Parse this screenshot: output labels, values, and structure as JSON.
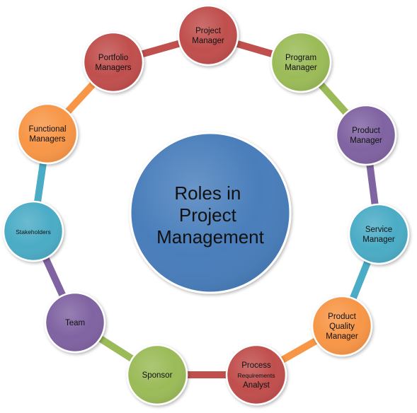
{
  "diagram": {
    "center": {
      "lines": [
        "Roles in",
        "Project",
        "Management"
      ],
      "color": "#4a7ebb"
    },
    "colors": {
      "red": "#c0504d",
      "green": "#9bbb59",
      "purple": "#8064a2",
      "cyan": "#4bacc6",
      "orange": "#f79646"
    },
    "roles": [
      {
        "lines": [
          "Project",
          "Manager"
        ],
        "color": "#c0504d",
        "ring_color": "#c0504d"
      },
      {
        "lines": [
          "Program",
          "Manager"
        ],
        "color": "#9bbb59",
        "ring_color": "#9bbb59"
      },
      {
        "lines": [
          "Product",
          "Manager"
        ],
        "color": "#8064a2",
        "ring_color": "#8064a2"
      },
      {
        "lines": [
          "Service",
          "Manager"
        ],
        "color": "#4bacc6",
        "ring_color": "#4bacc6"
      },
      {
        "lines": [
          "Product",
          "Quality",
          "Manager"
        ],
        "color": "#f79646",
        "ring_color": "#f79646"
      },
      {
        "lines": [
          "Process",
          "Requirements",
          "Analyst"
        ],
        "color": "#c0504d",
        "ring_color": "#c0504d"
      },
      {
        "lines": [
          "Sponsor"
        ],
        "color": "#9bbb59",
        "ring_color": "#9bbb59"
      },
      {
        "lines": [
          "Team"
        ],
        "color": "#8064a2",
        "ring_color": "#8064a2"
      },
      {
        "lines": [
          "Stakeholders"
        ],
        "color": "#4bacc6",
        "ring_color": "#4bacc6"
      },
      {
        "lines": [
          "Functional",
          "Managers"
        ],
        "color": "#f79646",
        "ring_color": "#f79646"
      },
      {
        "lines": [
          "Portfolio",
          "Managers"
        ],
        "color": "#c0504d",
        "ring_color": "#c0504d"
      }
    ]
  }
}
